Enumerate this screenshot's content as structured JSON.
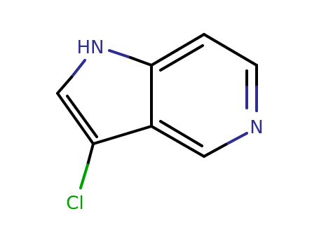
{
  "molecule": {
    "atoms": {
      "nh": "HN",
      "n": "N",
      "cl": "Cl"
    },
    "colors": {
      "bond": "#000000",
      "nitrogen": "#2e2e8f",
      "chlorine": "#00a000"
    }
  }
}
